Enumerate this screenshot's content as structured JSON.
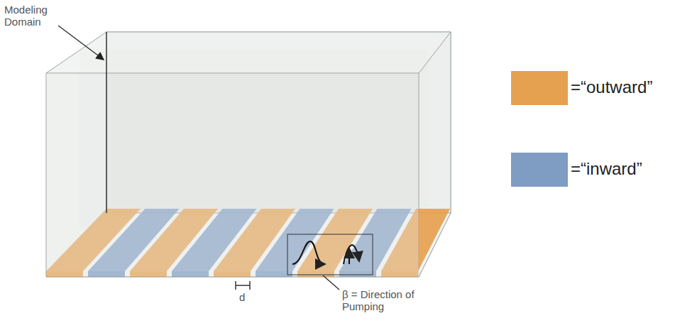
{
  "diagram": {
    "labels": [
      "Modeling Domain",
      "d",
      "β = Direction of Pumping"
    ],
    "legend": [
      {
        "text": "=“outward”",
        "color": "#e5a150"
      },
      {
        "text": "=“inward”",
        "color": "#7f9cc2"
      }
    ]
  }
}
